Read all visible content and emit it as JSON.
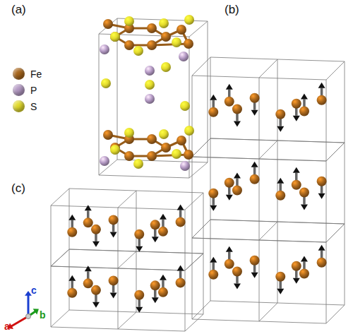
{
  "diagram": {
    "labels": [
      "(a)",
      "(b)",
      "(c)",
      "a",
      "b",
      "c"
    ],
    "legend": [
      {
        "text": "Fe",
        "color": "#a8661c"
      },
      {
        "text": "P",
        "color": "#b49ac4"
      },
      {
        "text": "S",
        "color": "#e2da2c"
      }
    ]
  }
}
